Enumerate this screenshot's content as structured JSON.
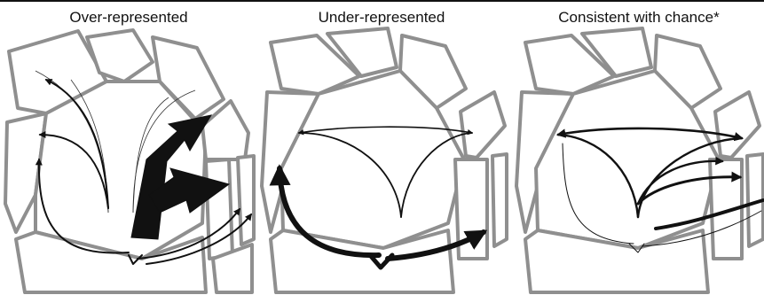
{
  "panels": [
    {
      "title": "Over-represented"
    },
    {
      "title": "Under-represented"
    },
    {
      "title": "Consistent with chance*"
    }
  ],
  "colors": {
    "cell_outline": "#8f8f8f",
    "arrow": "#111111",
    "background": "#ffffff",
    "rule": "#111111"
  }
}
